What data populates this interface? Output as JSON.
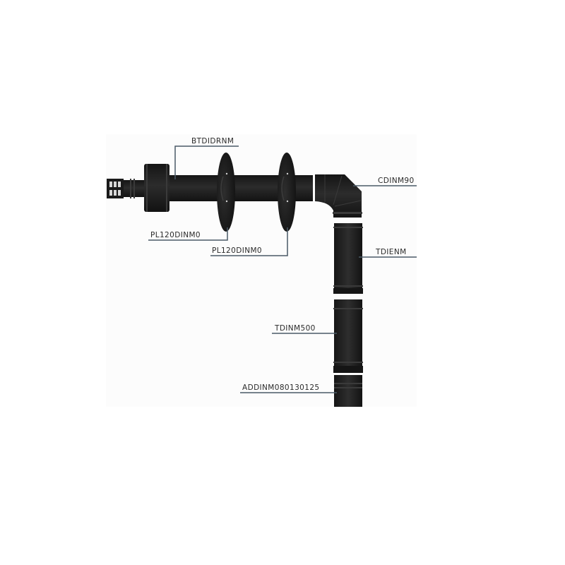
{
  "diagram": {
    "type": "flue-pipe-assembly",
    "colors": {
      "pipe": "#1e1e1e",
      "pipe_highlight": "#3a3a3a",
      "leader_line": "#4a5a66",
      "label_text": "#2a2a2a",
      "background": "#ffffff"
    },
    "labels": {
      "terminal": "BTDIDRNM",
      "plate_1": "PL120DINM0",
      "plate_2": "PL120DINM0",
      "elbow": "CDINM90",
      "pipe_upper": "TDIENM",
      "pipe_lower": "TDINM500",
      "adapter": "ADDINM080130125"
    }
  }
}
